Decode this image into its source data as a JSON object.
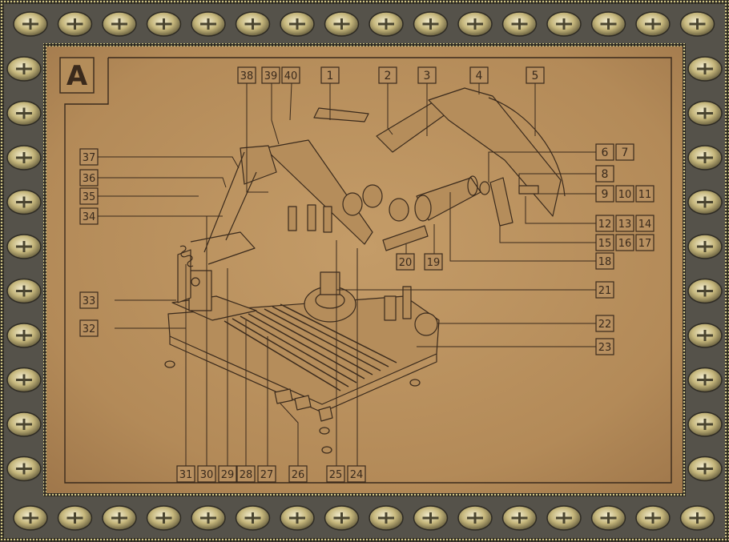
{
  "diagram": {
    "panel_letter": "A",
    "callouts": [
      "1",
      "2",
      "3",
      "4",
      "5",
      "6",
      "7",
      "8",
      "9",
      "10",
      "11",
      "12",
      "13",
      "14",
      "15",
      "16",
      "17",
      "18",
      "19",
      "20",
      "21",
      "22",
      "23",
      "24",
      "25",
      "26",
      "27",
      "28",
      "29",
      "30",
      "31",
      "32",
      "33",
      "34",
      "35",
      "36",
      "37",
      "38",
      "39",
      "40"
    ]
  },
  "colors": {
    "paper": "#b8915f",
    "ink": "#3a2a1c",
    "frame_gold": "#c9b46a",
    "frame_dark": "#2e2b24"
  }
}
